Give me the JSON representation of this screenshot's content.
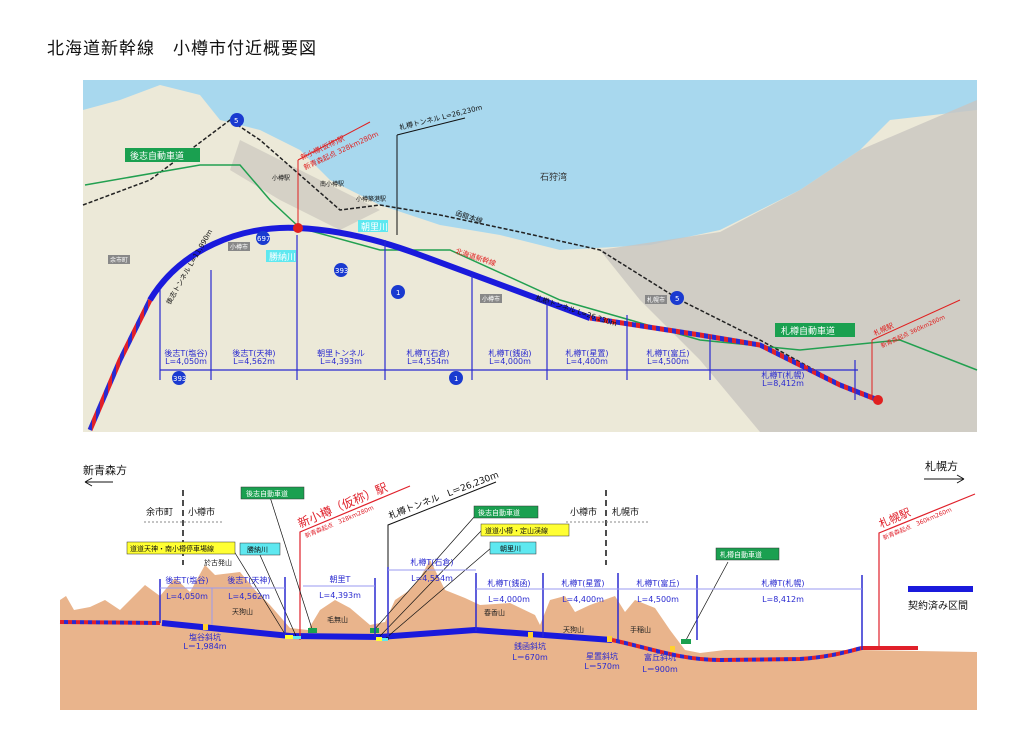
{
  "title": "北海道新幹線　小樽市付近概要図",
  "colors": {
    "tunnel_contracted": "#1a1adc",
    "route_red": "#e0202a",
    "terrain": "#e9b48c",
    "expressway_label": "#1aa050",
    "river_label": "#5ee8f0",
    "road_label": "#ffff33"
  },
  "map": {
    "sea_label": "石狩湾",
    "expressway_shiribeshi": "後志自動車道",
    "expressway_sassho": "札樽自動車道",
    "river_katsunai": "勝納川",
    "river_asari": "朝里川",
    "line_name": "北海道新幹線",
    "hakodate_line": "函館本線",
    "station_shin_otaru": "新小樽(仮称)駅",
    "station_shin_otaru_km": "新青森起点 328km280m",
    "station_otaru": "小樽駅",
    "station_minami_otaru": "南小樽駅",
    "station_otaru_chikko": "小樽築港駅",
    "station_sapporo": "札幌駅",
    "station_sapporo_km": "新青森起点 360km260m",
    "sassho_tunnel": "札樽トンネル L=26,230m",
    "shiribeshi_tunnel": "後志トンネル L=11,990m",
    "towns": [
      "余市町",
      "小樽市",
      "小樽市",
      "札幌市"
    ],
    "route_shields": [
      "5",
      "393",
      "697",
      "1",
      "1",
      "393",
      "5"
    ],
    "tunnels": [
      {
        "name": "後志T(塩谷)",
        "length": "L=4,050m"
      },
      {
        "name": "後志T(天神)",
        "length": "L=4,562m"
      },
      {
        "name": "朝里トンネル",
        "length": "L=4,393m"
      },
      {
        "name": "札樽T(石倉)",
        "length": "L=4,554m"
      },
      {
        "name": "札樽T(銭函)",
        "length": "L=4,000m"
      },
      {
        "name": "札樽T(星置)",
        "length": "L=4,400m"
      },
      {
        "name": "札樽T(富丘)",
        "length": "L=4,500m"
      },
      {
        "name": "札樽T(札幌)",
        "length": "L=8,412m"
      }
    ]
  },
  "profile": {
    "dir_left": "新青森方",
    "dir_right": "札幌方",
    "boundary1": {
      "left": "余市町",
      "right": "小樽市"
    },
    "boundary2": {
      "left": "小樽市",
      "right": "札幌市"
    },
    "shin_otaru": {
      "name": "新小樽（仮称）駅",
      "km": "新青森起点　328km280m"
    },
    "sapporo": {
      "name": "札幌駅",
      "km": "新青森起点　360km260m"
    },
    "sassho_tunnel": "札樽トンネル　L＝26,230m",
    "callouts": {
      "shiribeshi_exp1": "後志自動車道",
      "shiribeshi_exp2": "後志自動車道",
      "road_tenjin": "道道天神・南小樽停車場線",
      "road_jozankei": "道道小樽・定山渓線",
      "katsunai": "勝納川",
      "asari": "朝里川",
      "sassho_exp": "札樽自動車道"
    },
    "tunnels": [
      {
        "name": "後志T(塩谷)",
        "length": "L=4,050m"
      },
      {
        "name": "後志T(天神)",
        "length": "L=4,562m"
      },
      {
        "name": "朝里T",
        "length": "L=4,393m"
      },
      {
        "name": "札樽T(石倉)",
        "length": "L=4,554m"
      },
      {
        "name": "札樽T(銭函)",
        "length": "L=4,000m"
      },
      {
        "name": "札樽T(星置)",
        "length": "L=4,400m"
      },
      {
        "name": "札樽T(富丘)",
        "length": "L=4,500m"
      },
      {
        "name": "札樽T(札幌)",
        "length": "L=8,412m"
      }
    ],
    "shafts": [
      {
        "name": "塩谷斜坑",
        "length": "L＝1,984m"
      },
      {
        "name": "銭函斜坑",
        "length": "L＝670m"
      },
      {
        "name": "星置斜坑",
        "length": "L＝570m"
      },
      {
        "name": "富丘斜坑",
        "length": "L＝900m"
      }
    ],
    "mountains": [
      "於古発山",
      "天狗山",
      "毛無山",
      "春香山",
      "天狗山",
      "手稲山"
    ],
    "legend": "契約済み区間"
  }
}
